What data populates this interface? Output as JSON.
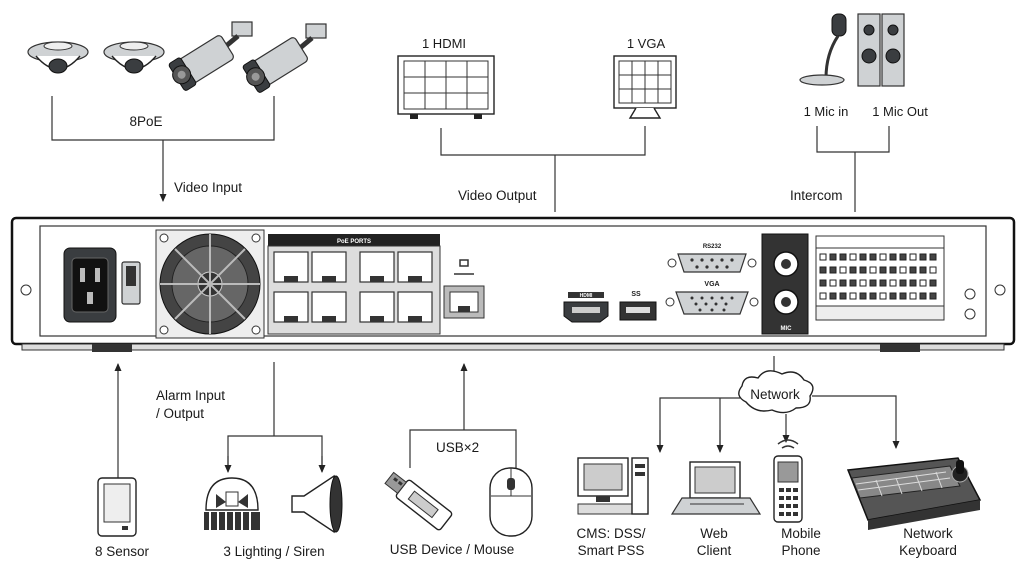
{
  "labels": {
    "poe": "8PoE",
    "video_input": "Video Input",
    "hdmi": "1 HDMI",
    "vga": "1 VGA",
    "video_output": "Video Output",
    "mic_in": "1 Mic in",
    "mic_out": "1 Mic Out",
    "intercom": "Intercom",
    "poe_ports": "PoE PORTS",
    "rs232": "RS232",
    "hdmi_port": "HDMI",
    "vga_port": "VGA",
    "usb_port": "SS",
    "mic_panel": "MIC",
    "alarm_io_line1": "Alarm Input",
    "alarm_io_line2": "/ Output",
    "network": "Network",
    "usb_x2": "USB×2",
    "sensor": "8 Sensor",
    "lighting_siren": "3 Lighting / Siren",
    "usb_device_mouse": "USB Device / Mouse",
    "cms_line1": "CMS: DSS/",
    "cms_line2": "Smart PSS",
    "web_line1": "Web",
    "web_line2": "Client",
    "mobile_line1": "Mobile",
    "mobile_line2": "Phone",
    "keyboard_line1": "Network",
    "keyboard_line2": "Keyboard"
  },
  "icons": {
    "cameras": [
      "dome-camera-icon",
      "dome-camera-icon",
      "bullet-camera-icon",
      "bullet-camera-icon"
    ],
    "displays": [
      "hdmi-monitor-icon",
      "vga-monitor-icon"
    ],
    "audio": [
      "microphone-icon",
      "speaker-icon"
    ],
    "bottom": [
      "sensor-icon",
      "alarm-light-icon",
      "siren-icon",
      "usb-flash-drive-icon",
      "mouse-icon",
      "desktop-pc-icon",
      "laptop-icon",
      "mobile-phone-icon",
      "network-keyboard-icon",
      "cloud-icon"
    ]
  }
}
